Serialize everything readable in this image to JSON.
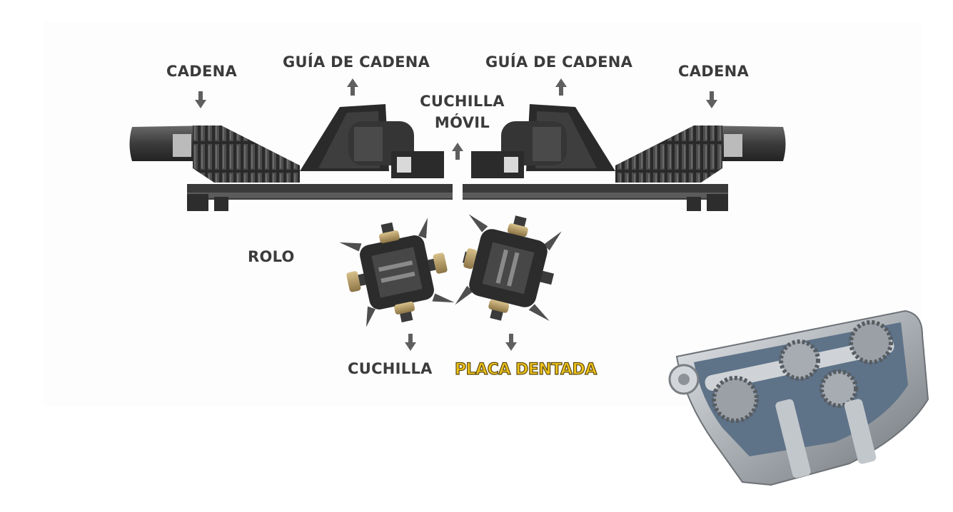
{
  "labels": {
    "cadena_left": "CADENA",
    "guia_left": "GUÍA DE CADENA",
    "guia_right": "GUÍA DE CADENA",
    "cadena_right": "CADENA",
    "cuchilla_movil_line1": "CUCHILLA",
    "cuchilla_movil_line2": "MÓVIL",
    "rolo": "ROLO",
    "cuchilla": "CUCHILLA",
    "placa_dentada": "PLACA DENTADA"
  },
  "colors": {
    "label_text": "#3b3b3b",
    "arrow": "#5f5f5f",
    "part_dark": "#2e2e2e",
    "part_mid": "#4a4a4a",
    "brass": "#b9a069",
    "highlight": "#f0c21a",
    "gearbox_metal": "#b8bcc0"
  },
  "icons": [
    "arrow-down-icon",
    "arrow-up-icon"
  ]
}
